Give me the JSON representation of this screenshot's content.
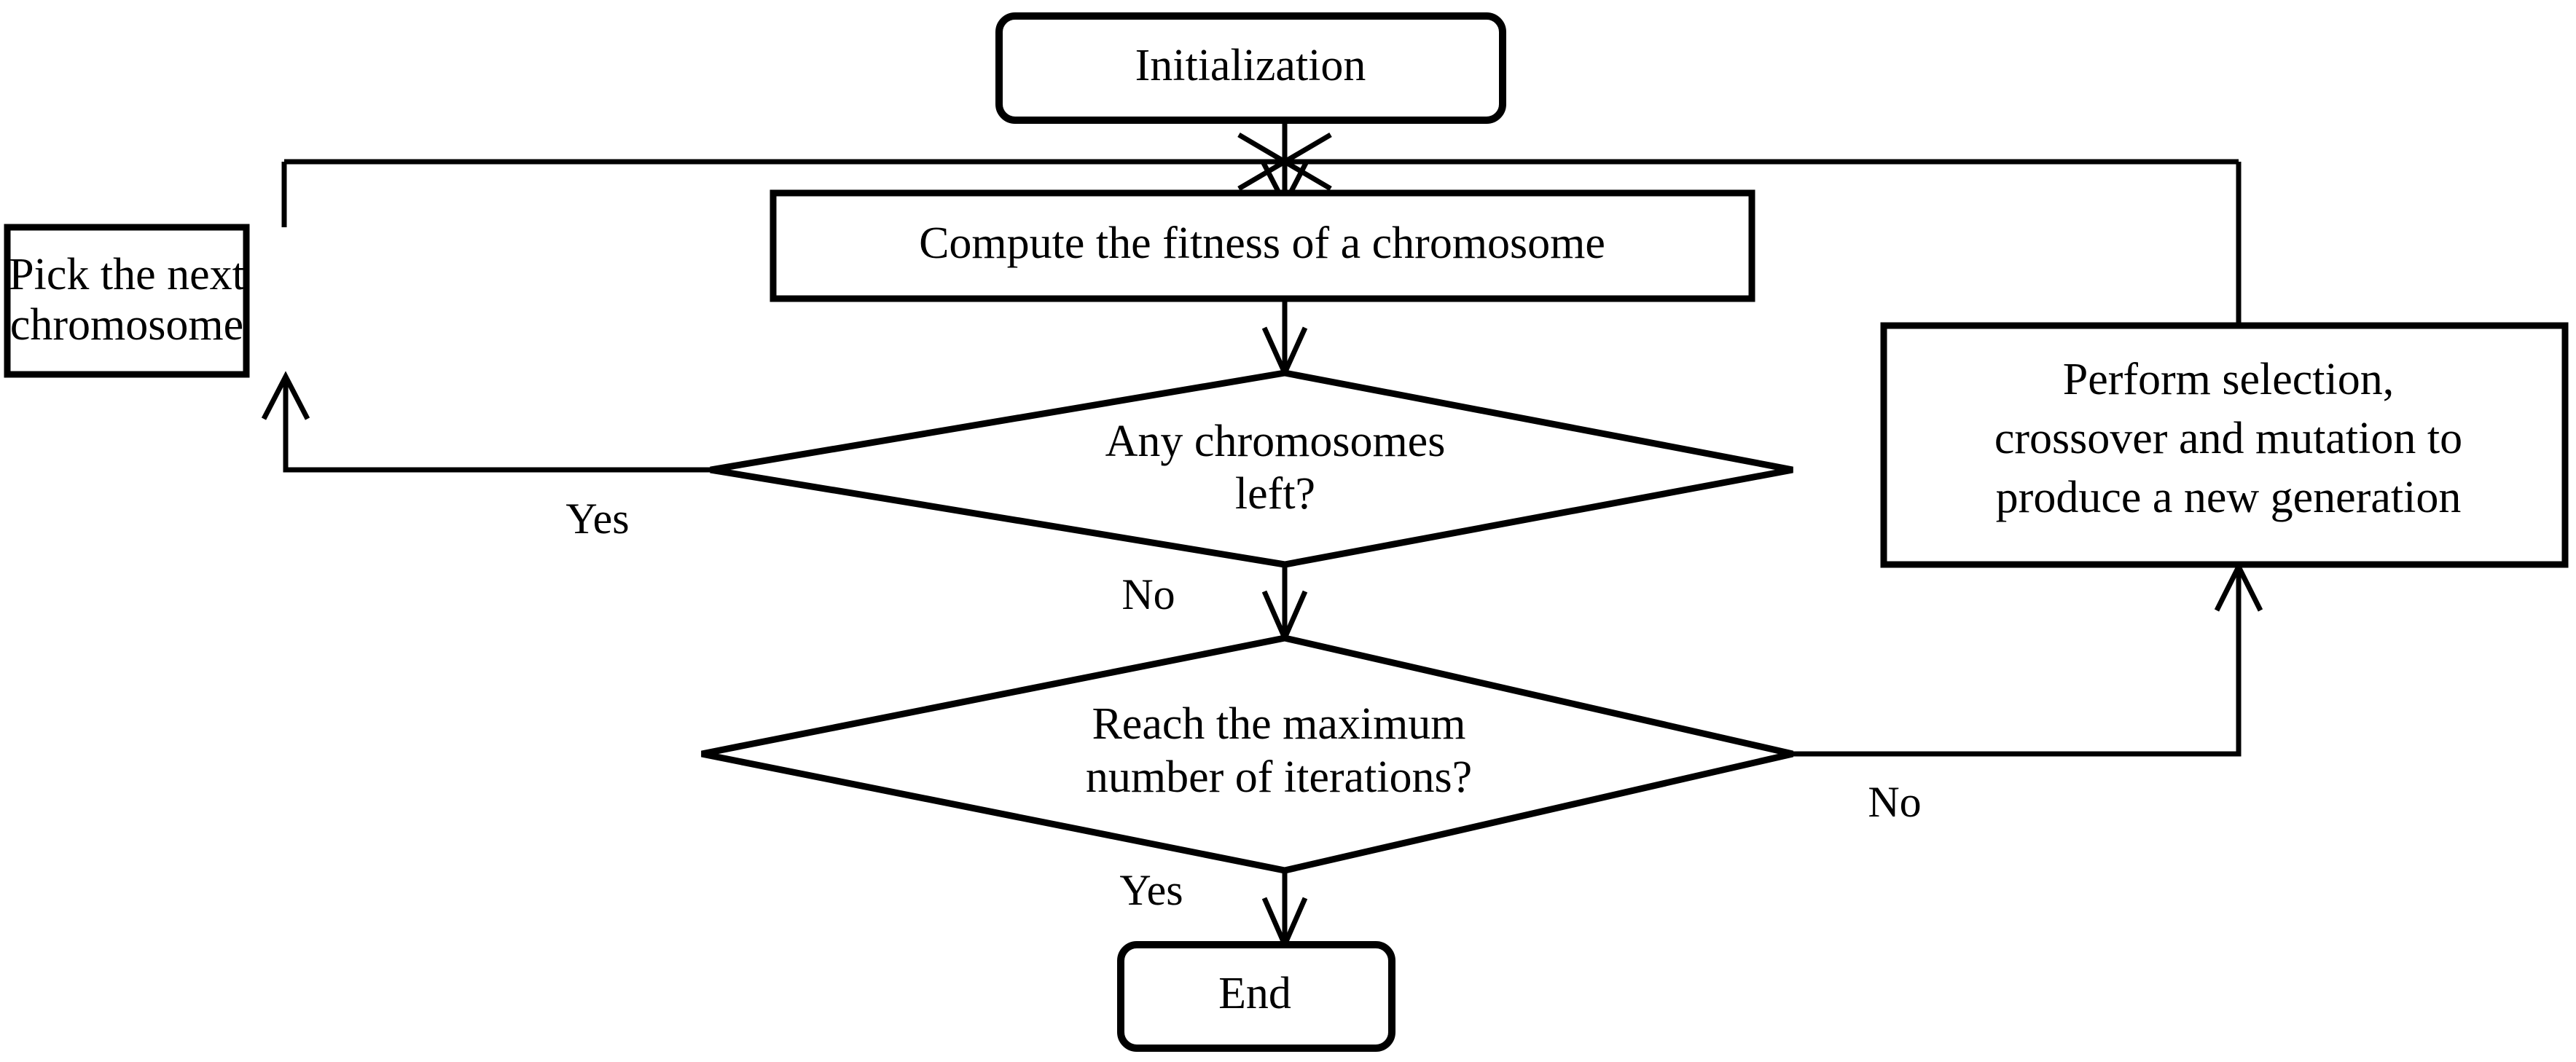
{
  "diagram": {
    "title": "Genetic Algorithm Flowchart",
    "type": "flowchart",
    "background_color": "#ffffff",
    "line_color": "#000000",
    "nodes": {
      "initialization": {
        "label": "Initialization",
        "shape": "rounded-rectangle"
      },
      "compute_fitness": {
        "label": "Compute the fitness of a chromosome",
        "shape": "rectangle"
      },
      "pick_next": {
        "line1": "Pick the next",
        "line2": "chromosome",
        "shape": "rectangle"
      },
      "any_chromosomes": {
        "line1": "Any chromosomes",
        "line2": "left?",
        "shape": "diamond"
      },
      "reach_max": {
        "line1": "Reach the maximum",
        "line2": "number of iterations?",
        "shape": "diamond"
      },
      "perform_selection": {
        "line1": "Perform selection,",
        "line2": "crossover and mutation to",
        "line3": "produce a new generation",
        "shape": "rectangle"
      },
      "end": {
        "label": "End",
        "shape": "rounded-rectangle"
      }
    },
    "edge_labels": {
      "any_chromosomes_yes": "Yes",
      "any_chromosomes_no": "No",
      "reach_max_no": "No",
      "reach_max_yes": "Yes"
    }
  }
}
